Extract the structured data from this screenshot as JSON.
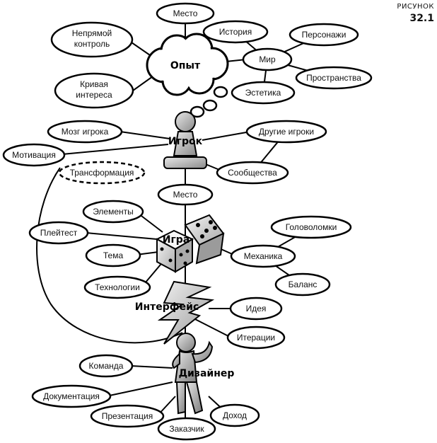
{
  "figure": {
    "label": "РИСУНОК",
    "number": "32.1"
  },
  "hubs": {
    "experience": "Опыт",
    "player": "Игрок",
    "game": "Игра",
    "interface": "Интерфейс",
    "designer": "Дизайнер"
  },
  "nodes": {
    "mesto_top": "Место",
    "indirect_l1": "Непрямой",
    "indirect_l2": "контроль",
    "story": "История",
    "characters": "Персонажи",
    "world": "Мир",
    "spaces": "Пространства",
    "aesthetics": "Эстетика",
    "curve_l1": "Кривая",
    "curve_l2": "интереса",
    "player_mind": "Мозг игрока",
    "motivation": "Мотивация",
    "other_players": "Другие игроки",
    "communities": "Сообщества",
    "transformation": "Трансформация",
    "mesto_mid": "Место",
    "elements": "Элементы",
    "playtest": "Плейтест",
    "theme": "Тема",
    "technology": "Технологии",
    "puzzles": "Головоломки",
    "mechanics": "Механика",
    "balance": "Баланс",
    "idea": "Идея",
    "iterations": "Итерации",
    "team": "Команда",
    "documentation": "Документация",
    "presentation": "Презентация",
    "client": "Заказчик",
    "profit": "Доход"
  }
}
